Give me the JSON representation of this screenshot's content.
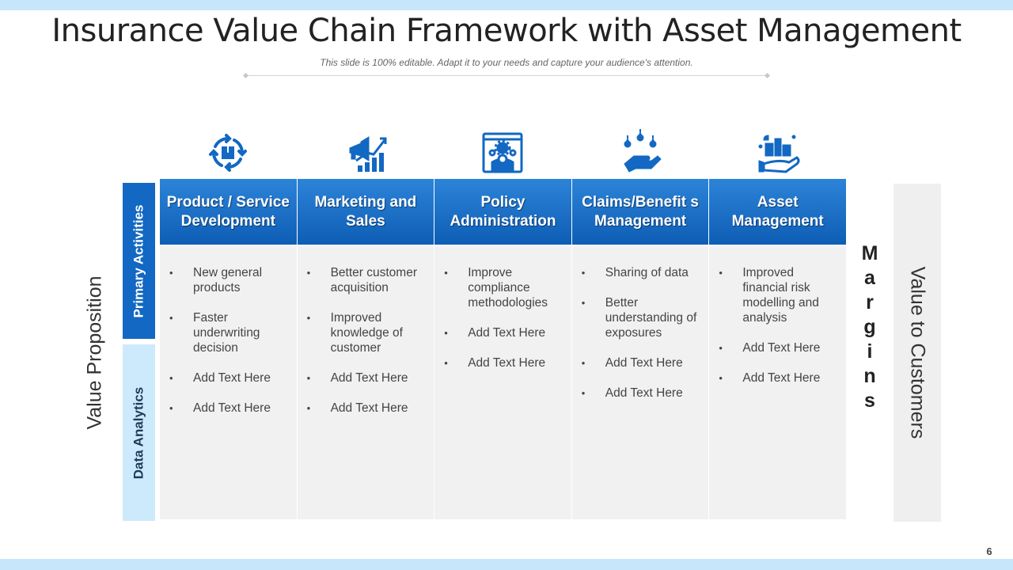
{
  "slide": {
    "title": "Insurance Value Chain Framework with Asset Management",
    "subtitle": "This slide is 100% editable. Adapt it to your needs and capture your audience's attention.",
    "value_proposition": "Value Proposition",
    "primary_activities": "Primary Activities",
    "data_analytics": "Data Analytics",
    "margins_letters": [
      "M",
      "a",
      "r",
      "g",
      "i",
      "n",
      "s"
    ],
    "value_to_customers": "Value to Customers",
    "page_number": "6"
  },
  "columns": [
    {
      "heading": "Product / Service Development",
      "icon": "product-cycle-icon",
      "items": [
        "New general products",
        "Faster underwriting decision",
        "Add Text Here",
        "Add Text Here"
      ]
    },
    {
      "heading": "Marketing and Sales",
      "icon": "megaphone-growth-icon",
      "items": [
        "Better customer acquisition",
        "Improved knowledge of customer",
        "Add Text Here",
        "Add Text Here"
      ]
    },
    {
      "heading": "Policy Administration",
      "icon": "admin-person-icon",
      "items": [
        "Improve compliance methodologies",
        "Add Text Here",
        "Add Text Here"
      ]
    },
    {
      "heading": "Claims/Benefit s Management",
      "icon": "hand-drops-icon",
      "items": [
        "Sharing of data",
        "Better understanding of exposures",
        "Add Text Here",
        "Add Text Here"
      ]
    },
    {
      "heading": "Asset Management",
      "icon": "hand-assets-icon",
      "items": [
        "Improved financial risk modelling and analysis",
        "Add Text Here",
        "Add Text Here"
      ]
    }
  ],
  "colors": {
    "accent": "#1268c2",
    "header_gradient_top": "#2c84d8",
    "header_gradient_bottom": "#0e5db5",
    "band": "#c7e5fb",
    "data_tab": "#cdeafc",
    "body_panel": "#f1f1f1"
  }
}
